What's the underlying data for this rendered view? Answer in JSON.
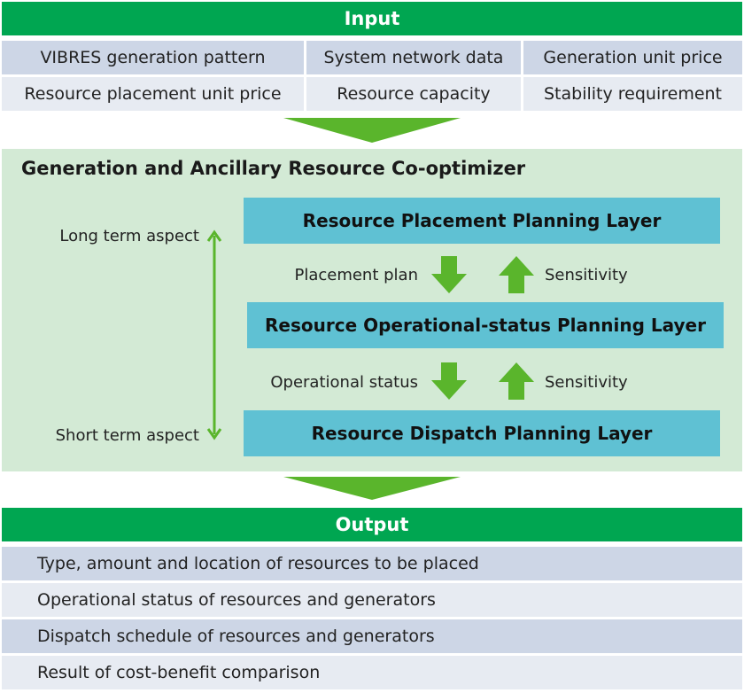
{
  "colors": {
    "green_bar": "#00a651",
    "bright_green": "#5ab52c",
    "panel_bg": "#d3ead5",
    "cell_dark": "#cdd6e6",
    "cell_light": "#e7ebf2",
    "layer_blue": "#5fc1d3"
  },
  "input": {
    "title": "Input",
    "cells": [
      "VIBRES generation pattern",
      "System network data",
      "Generation unit price",
      "Resource placement unit price",
      "Resource capacity",
      "Stability requirement"
    ]
  },
  "optimizer": {
    "title": "Generation and Ancillary Resource Co-optimizer",
    "long_term": "Long term aspect",
    "short_term": "Short term aspect",
    "layers": [
      "Resource Placement Planning Layer",
      "Resource Operational-status Planning Layer",
      "Resource Dispatch Planning Layer"
    ],
    "flows": [
      {
        "down": "Placement plan",
        "up": "Sensitivity"
      },
      {
        "down": "Operational status",
        "up": "Sensitivity"
      }
    ]
  },
  "output": {
    "title": "Output",
    "items": [
      "Type, amount and location of resources to be placed",
      "Operational status of resources and generators",
      "Dispatch schedule of resources and generators",
      "Result of cost-benefit comparison"
    ]
  }
}
